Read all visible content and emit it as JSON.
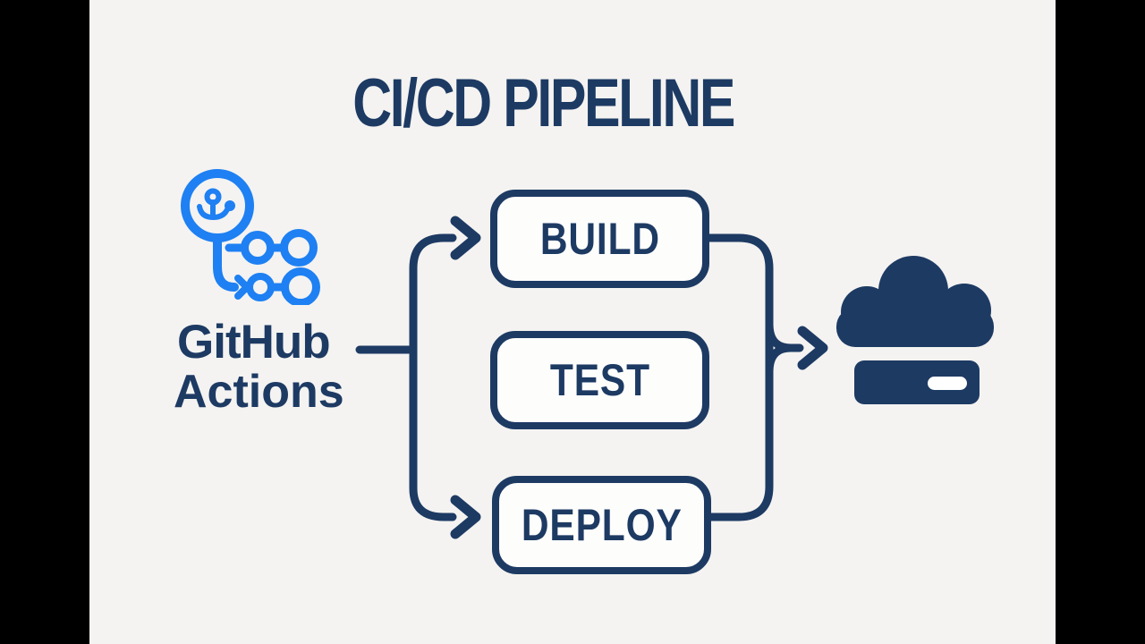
{
  "title": {
    "text": "CI/CD PIPELINE"
  },
  "source": {
    "icon": "github-actions-logo",
    "name_line1": "GitHub",
    "name_line2": "Actions"
  },
  "stages": [
    {
      "label": "BUILD"
    },
    {
      "label": "TEST"
    },
    {
      "label": "DEPLOY"
    }
  ],
  "target": {
    "icon": "cloud-server"
  },
  "colors": {
    "navy": "#1d3a63",
    "logo_blue": "#1e80f2",
    "background": "#f4f3f1",
    "box_fill": "#fdfdfc",
    "letterbox": "#000000",
    "pill_white": "#ffffff"
  }
}
